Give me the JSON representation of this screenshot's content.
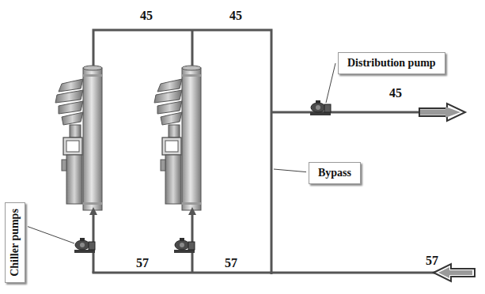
{
  "diagram": {
    "nodes": [
      {
        "text": [
          "Distribution pump"
        ]
      },
      {
        "text": [
          "Bypass"
        ]
      },
      {
        "text": [
          "Chiller pumps"
        ]
      }
    ],
    "labels": [
      "45",
      "45",
      "45",
      "57",
      "57",
      "57"
    ]
  }
}
